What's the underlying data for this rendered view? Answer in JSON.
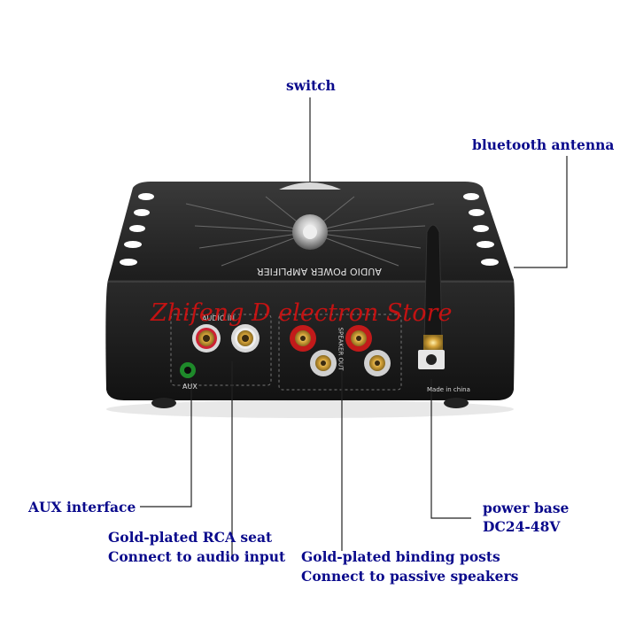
{
  "labels": {
    "switch": "switch",
    "antenna": "bluetooth antenna",
    "aux": "AUX interface",
    "rca_line1": "Gold-plated RCA seat",
    "rca_line2": "Connect to audio input",
    "posts_line1": "Gold-plated binding posts",
    "posts_line2": "Connect to passive speakers",
    "power_line1": "power base",
    "power_line2": "DC24-48V"
  },
  "device": {
    "top_text": "AUDIO POWER AMPLIFIER",
    "audio_in": "AUDIO IN",
    "speaker_out": "SPEAKER OUT",
    "aux_port": "AUX",
    "made_in": "Made in china"
  },
  "watermark": "Zhifeng D electron Store",
  "colors": {
    "label": "#0a0a8c",
    "watermark": "#e01010",
    "body": "#1b1b1b"
  }
}
